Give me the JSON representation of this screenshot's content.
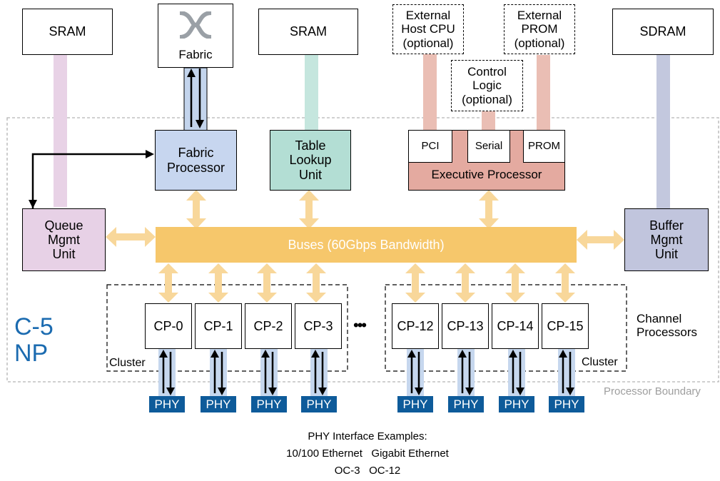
{
  "top_row": {
    "sram_left": "SRAM",
    "fabric": "Fabric",
    "sram_mid": "SRAM",
    "external_host_cpu": "External\nHost CPU\n(optional)",
    "control_logic": "Control\nLogic\n(optional)",
    "external_prom": "External\nPROM\n(optional)",
    "sdram": "SDRAM"
  },
  "units": {
    "fabric_processor": "Fabric\nProcessor",
    "table_lookup": "Table\nLookup\nUnit",
    "pci": "PCI",
    "serial": "Serial",
    "prom": "PROM",
    "executive_processor": "Executive Processor",
    "queue_mgmt": "Queue\nMgmt\nUnit",
    "buffer_mgmt": "Buffer\nMgmt\nUnit",
    "buses": "Buses (60Gbps Bandwidth)"
  },
  "chip_name": "C-5\nNP",
  "channel_processors_label": "Channel\nProcessors",
  "cluster_left_label": "Cluster",
  "cluster_right_label": "Cluster",
  "ellipsis": "•••",
  "processor_boundary_label": "Processor Boundary",
  "cps_left": [
    "CP-0",
    "CP-1",
    "CP-2",
    "CP-3"
  ],
  "cps_right": [
    "CP-12",
    "CP-13",
    "CP-14",
    "CP-15"
  ],
  "phy_label": "PHY",
  "phy_examples": {
    "title": "PHY Interface Examples:",
    "line1": "10/100 Ethernet   Gigabit Ethernet",
    "line2": "OC-3   OC-12"
  },
  "colors": {
    "bus": "#f6c76b",
    "bus_arrow": "#f8d79a",
    "queue": "#e7d1e6",
    "fabric_proc": "#c7d6ef",
    "table": "#b3ded4",
    "exec": "#e4aaa0",
    "buffer": "#c1c5dd",
    "phy": "#0e5b9a",
    "chip_text": "#1b6bb0"
  }
}
